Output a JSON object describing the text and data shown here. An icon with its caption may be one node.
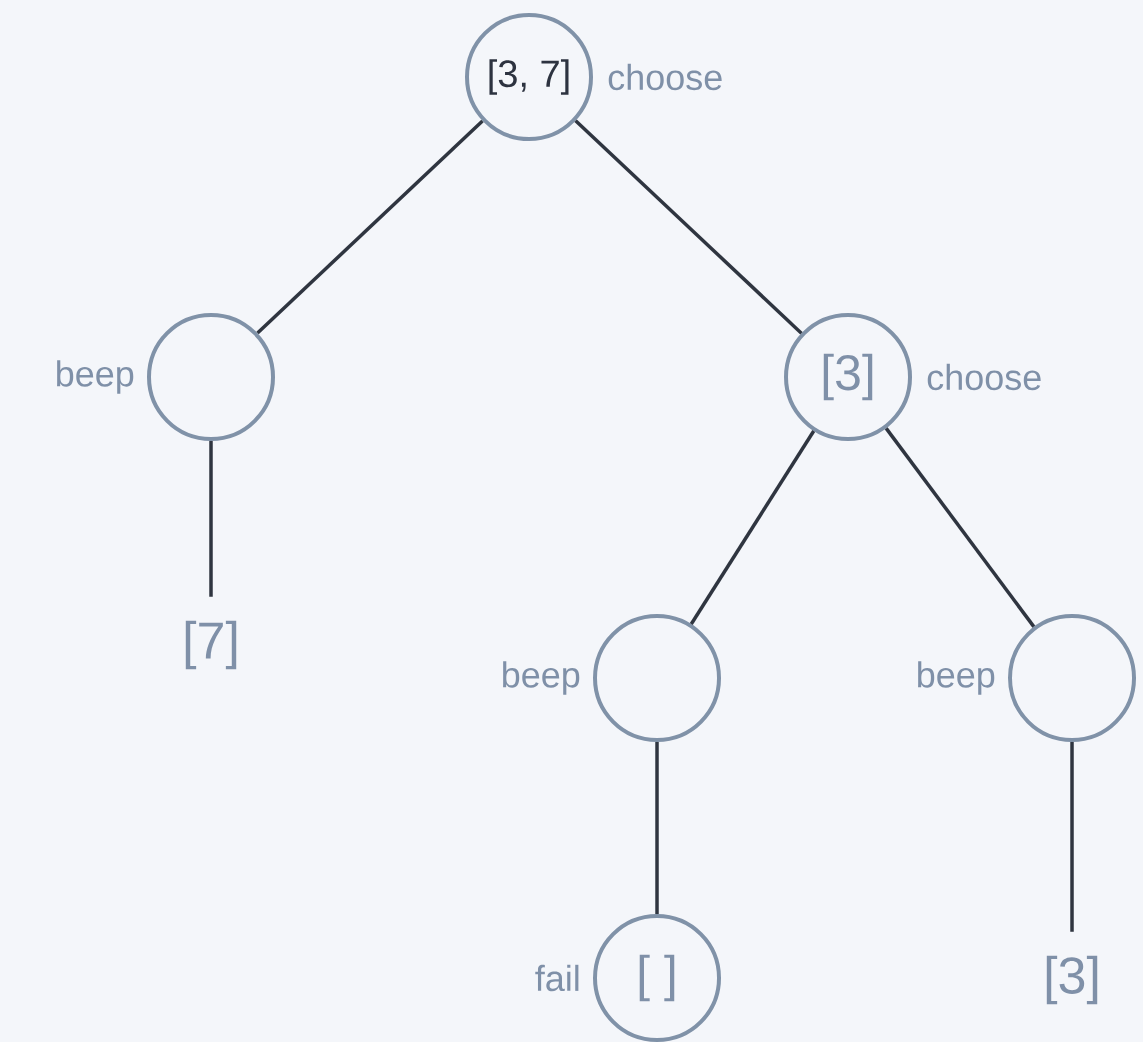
{
  "diagram": {
    "nodes": [
      {
        "text": [
          "[3, 7]"
        ],
        "beside": [
          "choose"
        ]
      },
      {
        "text": [],
        "shape": "circle",
        "beside": [
          "beep"
        ]
      },
      {
        "text": [
          "[3]"
        ],
        "beside": [
          "choose"
        ]
      },
      {
        "text": [
          "[7]"
        ]
      },
      {
        "text": [],
        "shape": "circle",
        "beside": [
          "beep"
        ]
      },
      {
        "text": [],
        "shape": "circle",
        "beside": [
          "beep"
        ]
      },
      {
        "text": [
          "[ ]"
        ],
        "beside": [
          "fail"
        ]
      },
      {
        "text": [
          "[3]"
        ]
      }
    ],
    "edges": [
      {
        "from": 0,
        "to": 1,
        "arrow": "none"
      },
      {
        "from": 0,
        "to": 2,
        "arrow": "none"
      },
      {
        "from": 1,
        "to": 3,
        "arrow": "none"
      },
      {
        "from": 2,
        "to": 4,
        "arrow": "none"
      },
      {
        "from": 2,
        "to": 5,
        "arrow": "none"
      },
      {
        "from": 4,
        "to": 6,
        "arrow": "none"
      },
      {
        "from": 5,
        "to": 7,
        "arrow": "none"
      }
    ]
  }
}
